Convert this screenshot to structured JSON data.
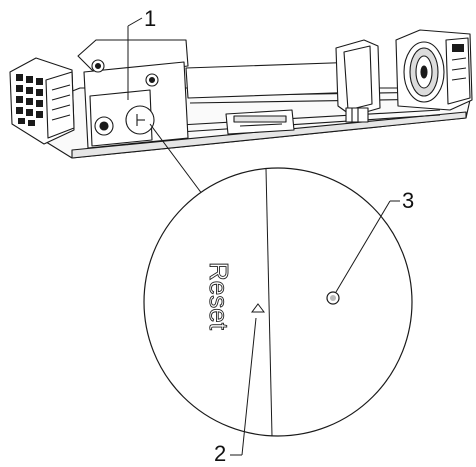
{
  "callouts": {
    "c1": "1",
    "c2": "2",
    "c3": "3"
  },
  "detail": {
    "reset_label": "Reset"
  },
  "colors": {
    "line": "#1a1a1a",
    "panel_fill": "#ffffff",
    "background": "#ffffff"
  },
  "icons": [
    "fan-grille-icon",
    "reset-button-icon",
    "pointer-triangle-icon"
  ]
}
